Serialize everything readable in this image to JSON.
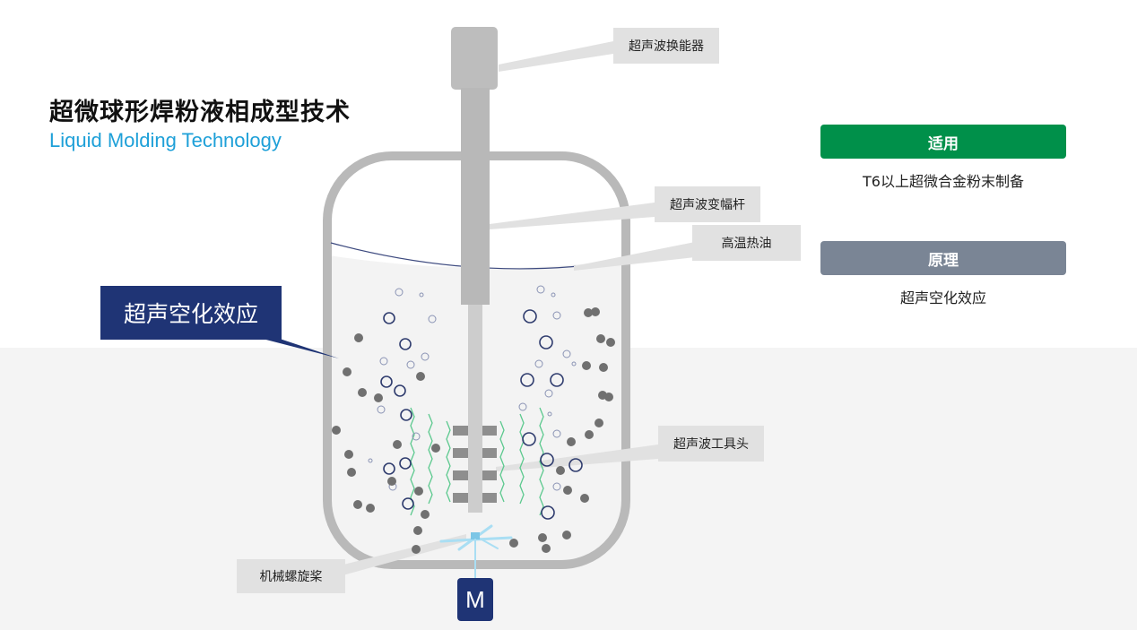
{
  "title": "超微球形焊粉液相成型技术",
  "subtitle": "Liquid Molding Technology",
  "labels": {
    "transducer": "超声波换能器",
    "horn": "超声波变幅杆",
    "hot_oil": "高温热油",
    "tool_head": "超声波工具头",
    "propeller": "机械螺旋桨",
    "cavitation": "超声空化效应",
    "motor": "M"
  },
  "panels": {
    "application": {
      "header": "适用",
      "text": "T6以上超微合金粉末制备",
      "color": "#00904a"
    },
    "principle": {
      "header": "原理",
      "text": "超声空化效应",
      "color": "#7a8595"
    }
  },
  "colors": {
    "navy": "#1f3475",
    "vessel_wall": "#b9b9b9",
    "particle": "#707070",
    "bubble": "#2f3c6e",
    "wave": "#5cc98e",
    "propeller": "#a9def3"
  },
  "icons": [
    "transducer-icon",
    "vessel-icon",
    "propeller-icon",
    "wave-icon"
  ]
}
